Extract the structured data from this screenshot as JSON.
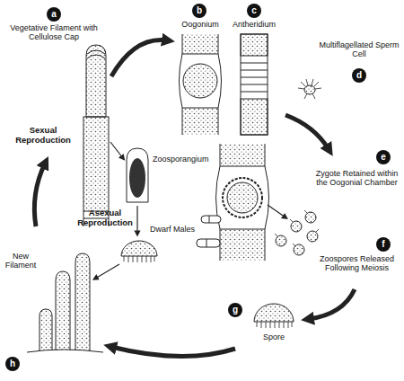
{
  "diagram": {
    "nodes": [
      {
        "text": [
          "a"
        ]
      },
      {
        "text": [
          "b"
        ]
      },
      {
        "text": [
          "c"
        ]
      },
      {
        "text": [
          "d"
        ]
      },
      {
        "text": [
          "e"
        ]
      },
      {
        "text": [
          "f"
        ]
      },
      {
        "text": [
          "g"
        ]
      },
      {
        "text": [
          "h"
        ]
      }
    ],
    "labels": [
      "Vegetative Filament with Cellulose Cap",
      "Oogonium",
      "Antheridium",
      "Multiflagellated Sperm Cell",
      "Sexual Reproduction",
      "Zoosporangium",
      "Zygote Retained within the Oogonial Chamber",
      "Asexual Reproduction",
      "Dwarf Males",
      "Zoospores Released Following Meiosis",
      "New Filament",
      "Spore"
    ]
  }
}
